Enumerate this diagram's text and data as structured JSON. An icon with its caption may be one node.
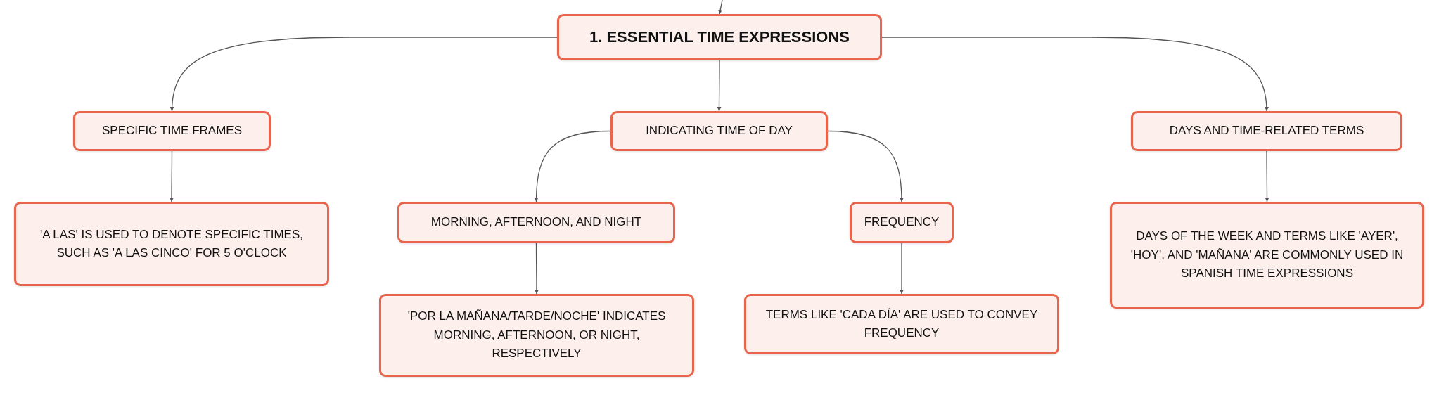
{
  "diagram": {
    "nodes": [
      {
        "text": [
          "1. ESSENTIAL TIME EXPRESSIONS"
        ]
      },
      {
        "text": [
          "SPECIFIC TIME FRAMES"
        ]
      },
      {
        "text": [
          "INDICATING TIME OF DAY"
        ]
      },
      {
        "text": [
          "DAYS AND TIME-RELATED TERMS"
        ]
      },
      {
        "text": [
          "'A LAS' IS USED TO DENOTE SPECIFIC TIMES, SUCH AS 'A LAS CINCO' FOR 5 O'CLOCK"
        ]
      },
      {
        "text": [
          "MORNING, AFTERNOON, AND NIGHT"
        ]
      },
      {
        "text": [
          "FREQUENCY"
        ]
      },
      {
        "text": [
          "'POR LA MAÑANA/TARDE/NOCHE' INDICATES MORNING, AFTERNOON, OR NIGHT, RESPECTIVELY"
        ]
      },
      {
        "text": [
          "TERMS LIKE 'CADA DÍA' ARE USED TO CONVEY FREQUENCY"
        ]
      },
      {
        "text": [
          "DAYS OF THE WEEK AND TERMS LIKE 'AYER', 'HOY', AND 'MAÑANA' ARE COMMONLY USED IN SPANISH TIME EXPRESSIONS"
        ]
      }
    ],
    "edges": [
      {
        "from": null,
        "to": 0,
        "arrow": "to"
      },
      {
        "from": 0,
        "to": 1,
        "arrow": "to"
      },
      {
        "from": 0,
        "to": 2,
        "arrow": "to"
      },
      {
        "from": 0,
        "to": 3,
        "arrow": "to"
      },
      {
        "from": 1,
        "to": 4,
        "arrow": "to"
      },
      {
        "from": 2,
        "to": 5,
        "arrow": "to"
      },
      {
        "from": 2,
        "to": 6,
        "arrow": "to"
      },
      {
        "from": 5,
        "to": 7,
        "arrow": "to"
      },
      {
        "from": 6,
        "to": 8,
        "arrow": "to"
      },
      {
        "from": 3,
        "to": 9,
        "arrow": "to"
      }
    ]
  }
}
